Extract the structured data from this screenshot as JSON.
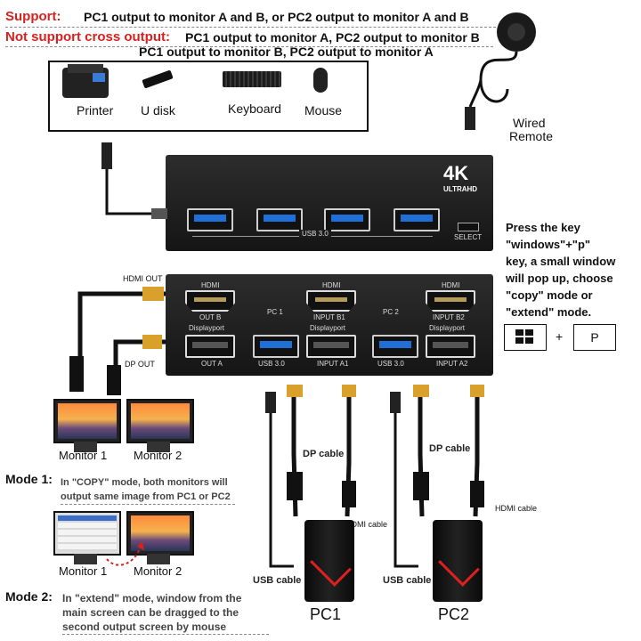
{
  "header": {
    "support_label": "Support:",
    "support_text": "PC1 output to monitor A and B, or PC2 output to monitor A and B",
    "not_support_label": "Not support  cross output:",
    "not_support_line1": "PC1 output to monitor A, PC2 output to monitor B",
    "not_support_line2": "PC1 output to monitor B, PC2 output to monitor A"
  },
  "peripherals": {
    "printer": "Printer",
    "udisk": "U disk",
    "keyboard": "Keyboard",
    "mouse": "Mouse"
  },
  "remote": {
    "line1": "Wired",
    "line2": "Remote"
  },
  "kvm_top": {
    "badge_big": "4K",
    "badge_small": "ULTRAHD",
    "usb_label": "USB 3.0",
    "select_label": "SELECT"
  },
  "kvm_bottom": {
    "hdmi": "HDMI",
    "out_b": "OUT B",
    "displayport": "Displayport",
    "out_a": "OUT A",
    "pc1": "PC 1",
    "input_b1": "INPUT B1",
    "usb30": "USB 3.0",
    "input_a1": "INPUT A1",
    "pc2": "PC 2",
    "input_b2": "INPUT B2",
    "input_a2": "INPUT A2"
  },
  "labels": {
    "hdmi_out": "HDMI OUT",
    "dp_out": "DP OUT",
    "monitor1": "Monitor 1",
    "monitor2": "Monitor 2",
    "dp_cable": "DP cable",
    "hdmi_cable": "HDMI cable",
    "usb_cable": "USB cable",
    "pc1": "PC1",
    "pc2": "PC2"
  },
  "instructions": {
    "line1": "Press the key",
    "line2": "\"windows\"+\"p\"",
    "line3": "key, a small window",
    "line4": "will pop up, choose",
    "line5": "\"copy\" mode or",
    "line6": "\"extend\" mode.",
    "plus": "+",
    "p_key": "P"
  },
  "modes": {
    "mode1_label": "Mode 1:",
    "mode1_line1": "In \"COPY\" mode, both monitors will",
    "mode1_line2": "output same image from PC1 or PC2",
    "mode2_label": "Mode 2:",
    "mode2_line1": "In \"extend\" mode, window from the",
    "mode2_line2": "main screen can be dragged to the",
    "mode2_line3": "second output screen by mouse"
  },
  "colors": {
    "accent_red": "#d8201f",
    "usb_blue": "#1f6fd6",
    "cable_gold": "#d9a02c"
  }
}
